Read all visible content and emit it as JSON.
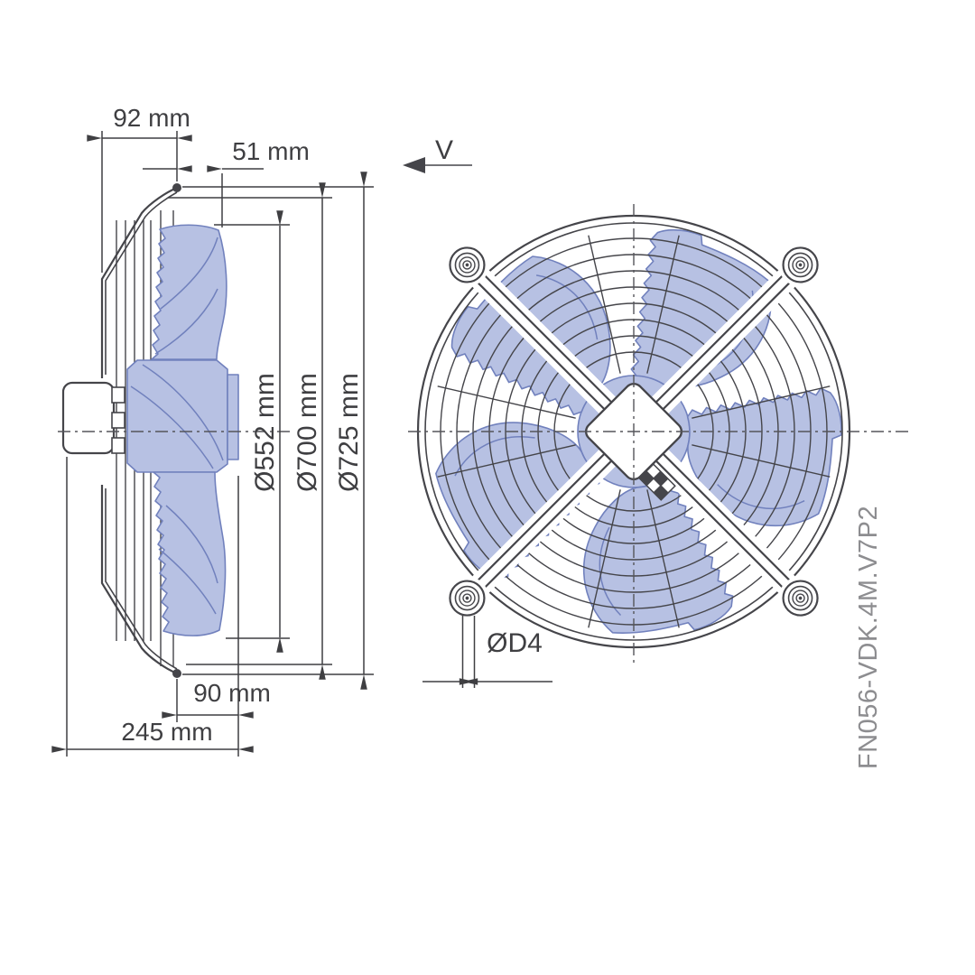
{
  "drawing": {
    "part_number": "FN056-VDK.4M.V7P2",
    "view_arrow": "V",
    "dimensions": {
      "guard_depth": "92 mm",
      "inlet_depth": "51 mm",
      "impeller_diameter": "Ø552 mm",
      "guard_diameter": "Ø700 mm",
      "overall_diameter": "Ø725 mm",
      "motor_protrusion": "90 mm",
      "overall_depth": "245 mm",
      "mounting_hole_diameter": "ØD4"
    },
    "front_view": {
      "blade_count": 5,
      "mounting_hole_count": 4,
      "grille_ring_count": 10
    },
    "colors": {
      "line": "#45454a",
      "dimension": "#3f3f42",
      "blade_fill": "#b7c1e3",
      "blade_stroke": "#7181bd",
      "part_number_text": "#8d8d90",
      "background": "#ffffff"
    }
  }
}
